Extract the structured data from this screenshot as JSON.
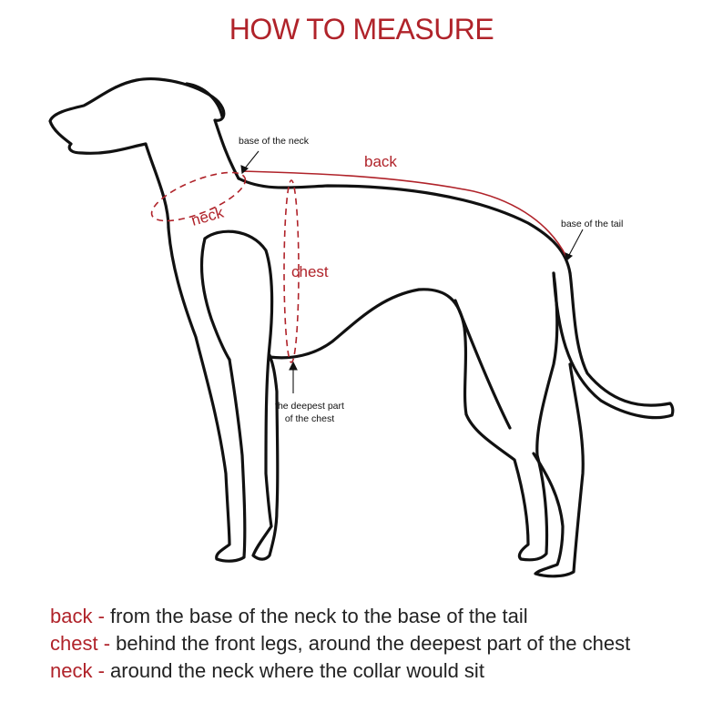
{
  "title": "HOW TO MEASURE",
  "labels": {
    "back": "back",
    "chest": "chest",
    "neck": "neck",
    "base_neck": "base of the neck",
    "base_tail": "base of the tail",
    "deepest_1": "the deepest part",
    "deepest_2": "of the chest"
  },
  "legend": [
    {
      "term": "back -",
      "desc": " from the base of the neck to the base of the tail"
    },
    {
      "term": "chest -",
      "desc": " behind the front legs, around the deepest part of the chest"
    },
    {
      "term": "neck -",
      "desc": " around the neck where the collar would sit"
    }
  ],
  "colors": {
    "accent": "#b0232a",
    "outline": "#111111"
  }
}
